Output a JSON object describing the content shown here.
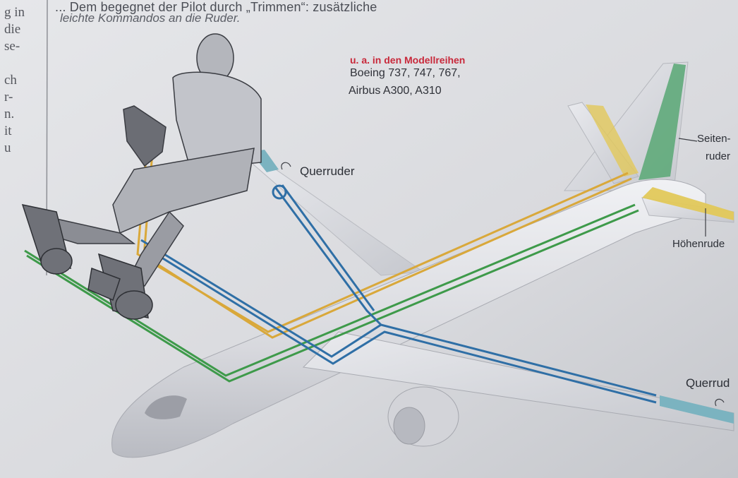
{
  "page_text": {
    "top_line": "... Dem begegnet der Pilot durch „Trimmen“: zusätzliche",
    "top_line2": "leichte Kommandos an die Ruder.",
    "margin_fragments": [
      "g in",
      "die",
      "se-",
      "",
      "ch",
      "r-",
      "n.",
      "it",
      "u",
      ""
    ]
  },
  "annotation": {
    "heading": "u. a. in den Modellreihen",
    "line1": "Boeing 737, 747, 767,",
    "line2": "Airbus A300, A310",
    "heading_color": "#c8283a"
  },
  "labels": {
    "aileron_left": "Querruder",
    "aileron_right": "Querrud",
    "rudder_1": "Seiten-",
    "rudder_2": "ruder",
    "elevator": "Höhenrude"
  },
  "colors": {
    "aileron_cable": "#2f6fa6",
    "elevator_cable": "#d9a83a",
    "rudder_cable": "#3e9a4a",
    "rudder_surface": "#5faa7a",
    "elevator_surface": "#e2c85a",
    "aileron_surface": "#7bb3c0",
    "aircraft": "#e2e3e8"
  }
}
